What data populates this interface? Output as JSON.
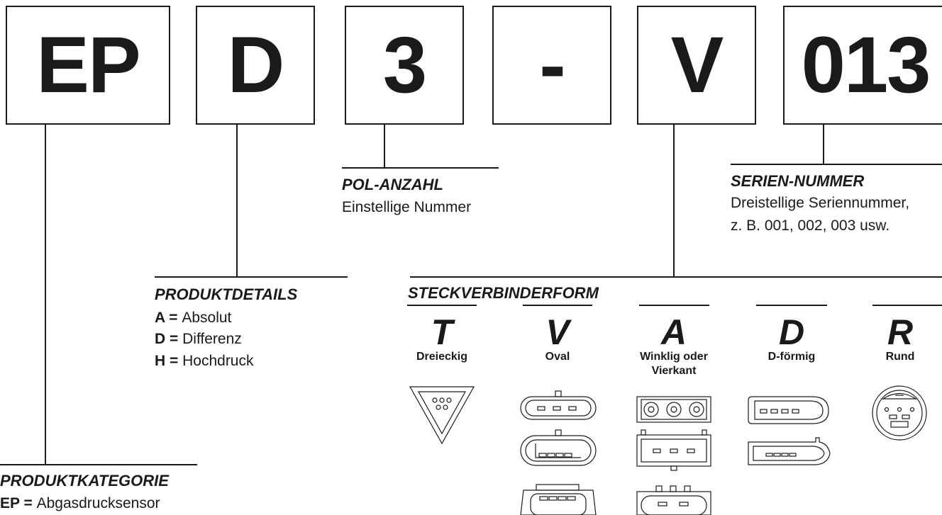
{
  "code_boxes": [
    "EP",
    "D",
    "3",
    "-",
    "V",
    "013"
  ],
  "pol_anzahl": {
    "heading": "POL-ANZAHL",
    "text": "Einstellige Nummer"
  },
  "serien_nummer": {
    "heading": "SERIEN-NUMMER",
    "line1": "Dreistellige Seriennummer,",
    "line2": "z. B. 001, 002, 003 usw."
  },
  "produktdetails": {
    "heading": "PRODUKTDETAILS",
    "items": [
      {
        "code": "A",
        "sep": " = ",
        "label": "Absolut"
      },
      {
        "code": "D",
        "sep": " = ",
        "label": "Differenz"
      },
      {
        "code": "H",
        "sep": " = ",
        "label": "Hochdruck"
      }
    ]
  },
  "steckverbinderform": {
    "heading": "STECKVERBINDERFORM",
    "types": [
      {
        "letter": "T",
        "name": "Dreieckig",
        "icon": "triangle-connector-icon"
      },
      {
        "letter": "V",
        "name": "Oval",
        "icon": "oval-connector-icon"
      },
      {
        "letter": "A",
        "name_line1": "Winklig oder",
        "name_line2": "Vierkant",
        "icon": "square-connector-icon"
      },
      {
        "letter": "D",
        "name": "D-förmig",
        "icon": "d-shaped-connector-icon"
      },
      {
        "letter": "R",
        "name": "Rund",
        "icon": "round-connector-icon"
      }
    ]
  },
  "produktkategorie": {
    "heading": "PRODUKTKATEGORIE",
    "items": [
      {
        "code": "EP",
        "sep": " = ",
        "label": "Abgasdrucksensor"
      }
    ]
  },
  "colors": {
    "ink": "#1a1a1a",
    "background": "#ffffff"
  }
}
